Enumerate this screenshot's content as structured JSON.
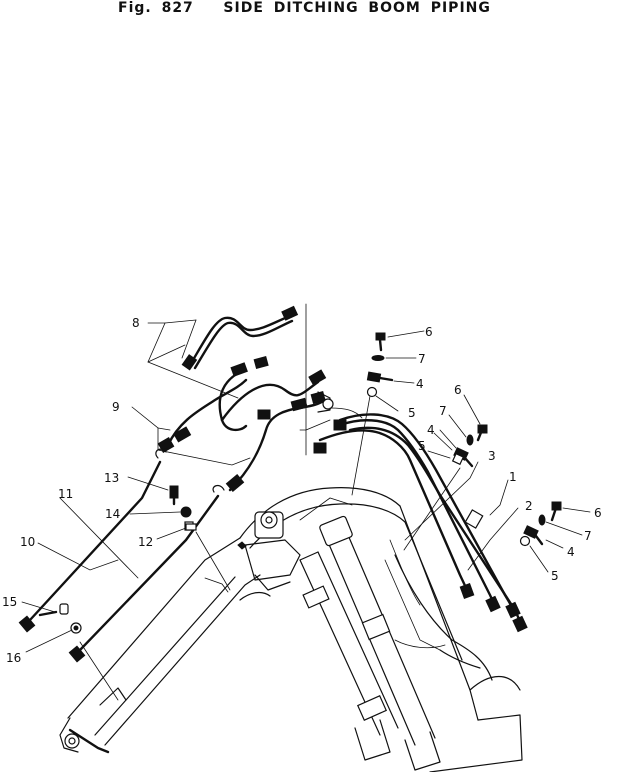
{
  "title": "Fig. 827   SIDE DITCHING BOOM PIPING",
  "callouts": {
    "c1": "1",
    "c2": "2",
    "c3": "3",
    "c4a": "4",
    "c4b": "4",
    "c4c": "4",
    "c5a": "5",
    "c5b": "5",
    "c5c": "5",
    "c6a": "6",
    "c6b": "6",
    "c6c": "6",
    "c7a": "7",
    "c7b": "7",
    "c7c": "7",
    "c8": "8",
    "c9": "9",
    "c10": "10",
    "c11": "11",
    "c12": "12",
    "c13": "13",
    "c14": "14",
    "c15": "15",
    "c16": "16"
  },
  "colors": {
    "ink": "#111111",
    "paper": "#ffffff"
  }
}
